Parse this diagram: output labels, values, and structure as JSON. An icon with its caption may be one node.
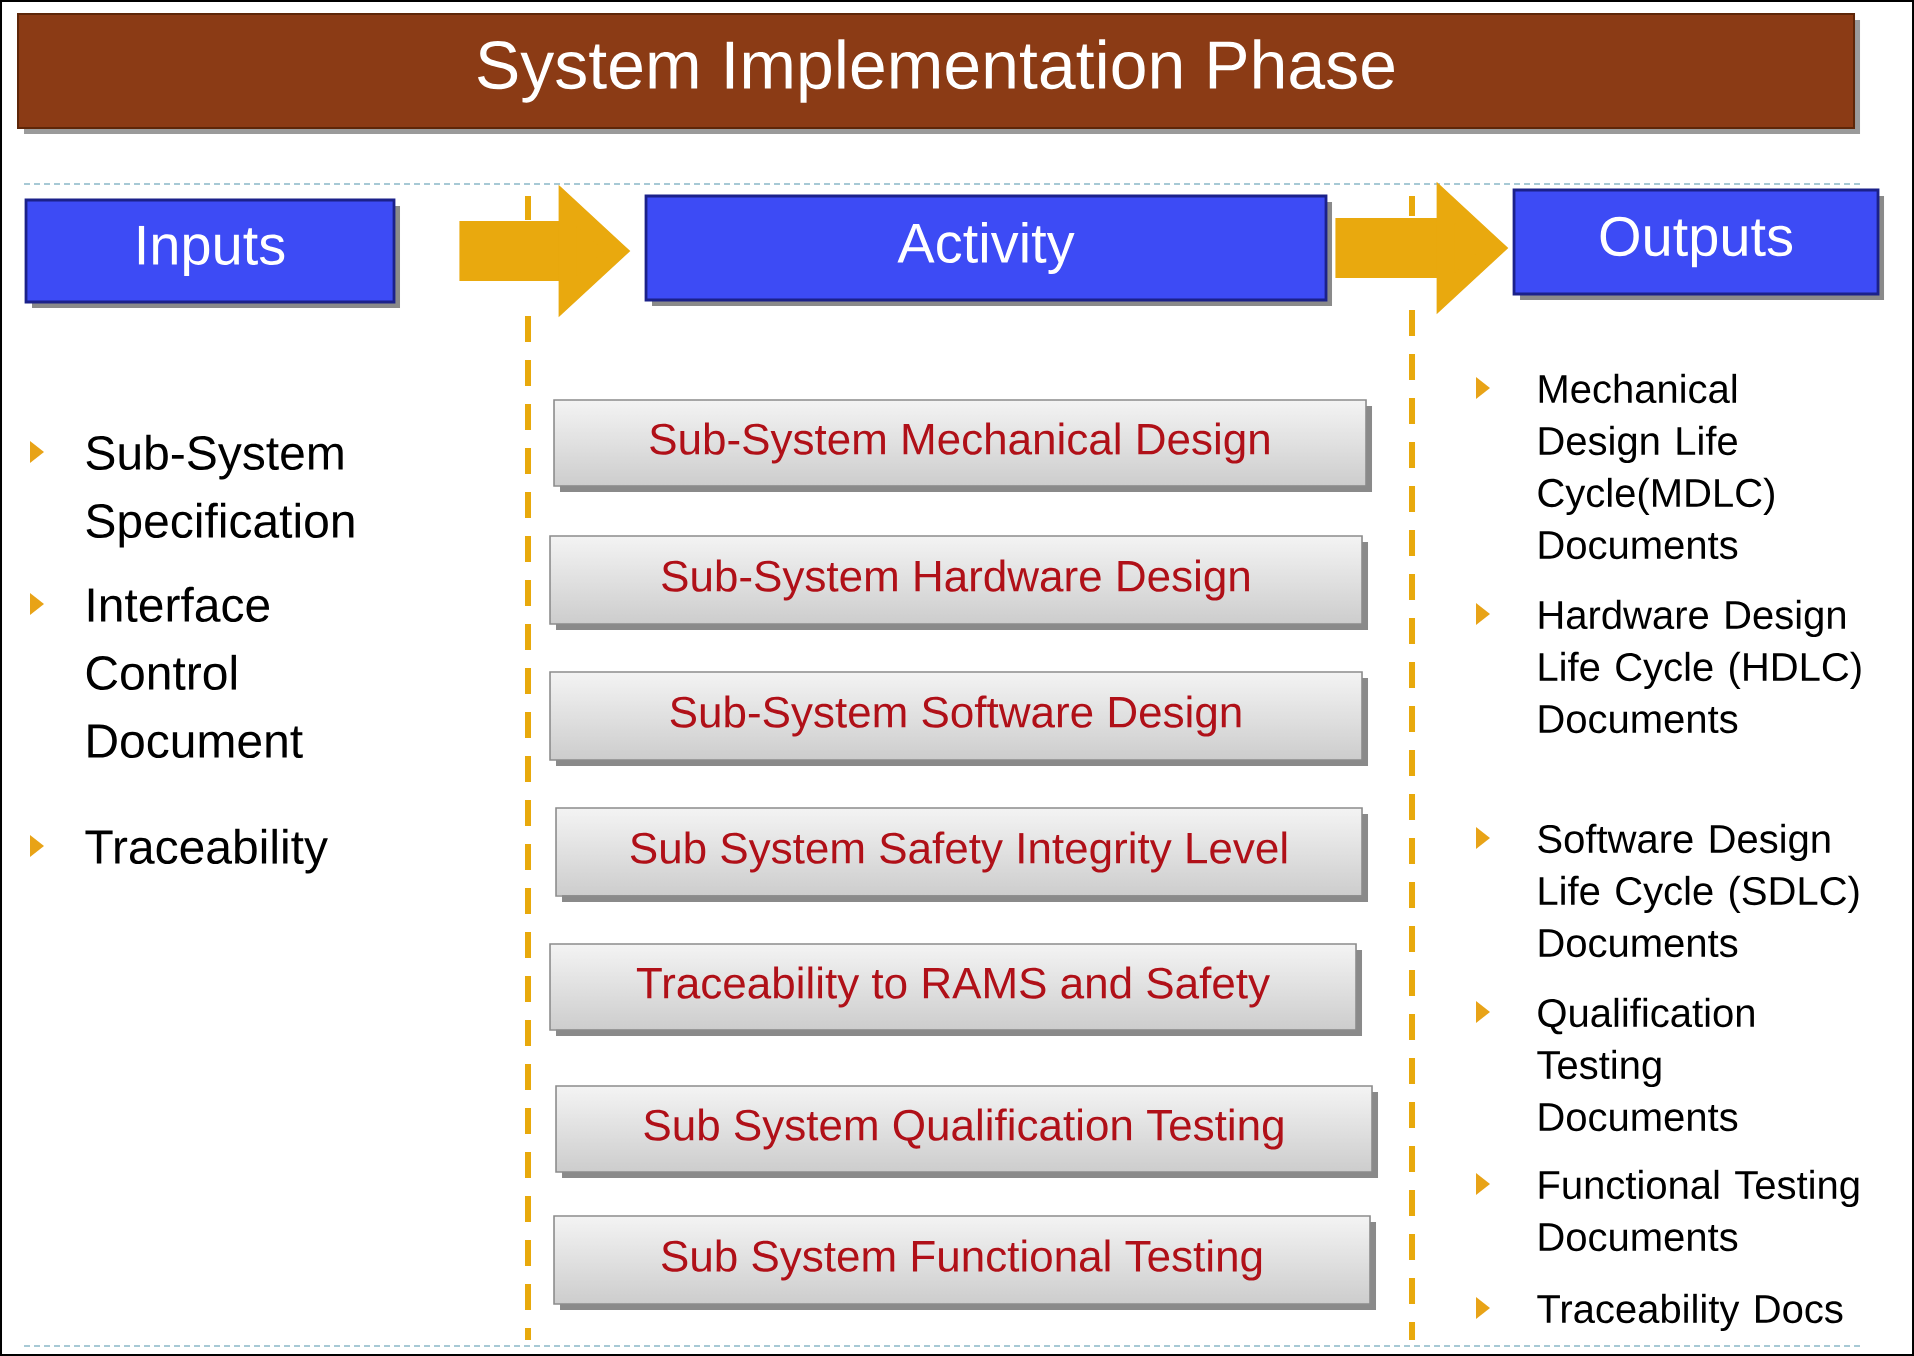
{
  "diagram": {
    "title": "System Implementation Phase",
    "nodes": [
      {
        "text": [
          "Inputs"
        ]
      },
      {
        "text": [
          "Activity"
        ]
      },
      {
        "text": [
          "Outputs"
        ]
      },
      {
        "text": [
          "Sub-System Mechanical Design"
        ]
      },
      {
        "text": [
          "Sub-System Hardware Design"
        ]
      },
      {
        "text": [
          "Sub-System Software Design"
        ]
      },
      {
        "text": [
          "Sub System Safety Integrity Level"
        ]
      },
      {
        "text": [
          "Traceability to RAMS and Safety"
        ]
      },
      {
        "text": [
          "Sub System Qualification Testing"
        ]
      },
      {
        "text": [
          "Sub System Functional Testing"
        ]
      }
    ],
    "edges": [
      {
        "from": 0,
        "to": 1,
        "arrow": "to"
      },
      {
        "from": 1,
        "to": 2,
        "arrow": "to"
      }
    ],
    "labels": [
      "Sub-System Specification",
      "Interface Control Document",
      "Traceability",
      "Mechanical Design Life Cycle(MDLC) Documents",
      "Hardware Design Life Cycle (HDLC) Documents",
      "Software Design Life Cycle (SDLC) Documents",
      "Qualification Testing Documents",
      "Functional Testing Documents",
      "Traceability Docs"
    ]
  }
}
